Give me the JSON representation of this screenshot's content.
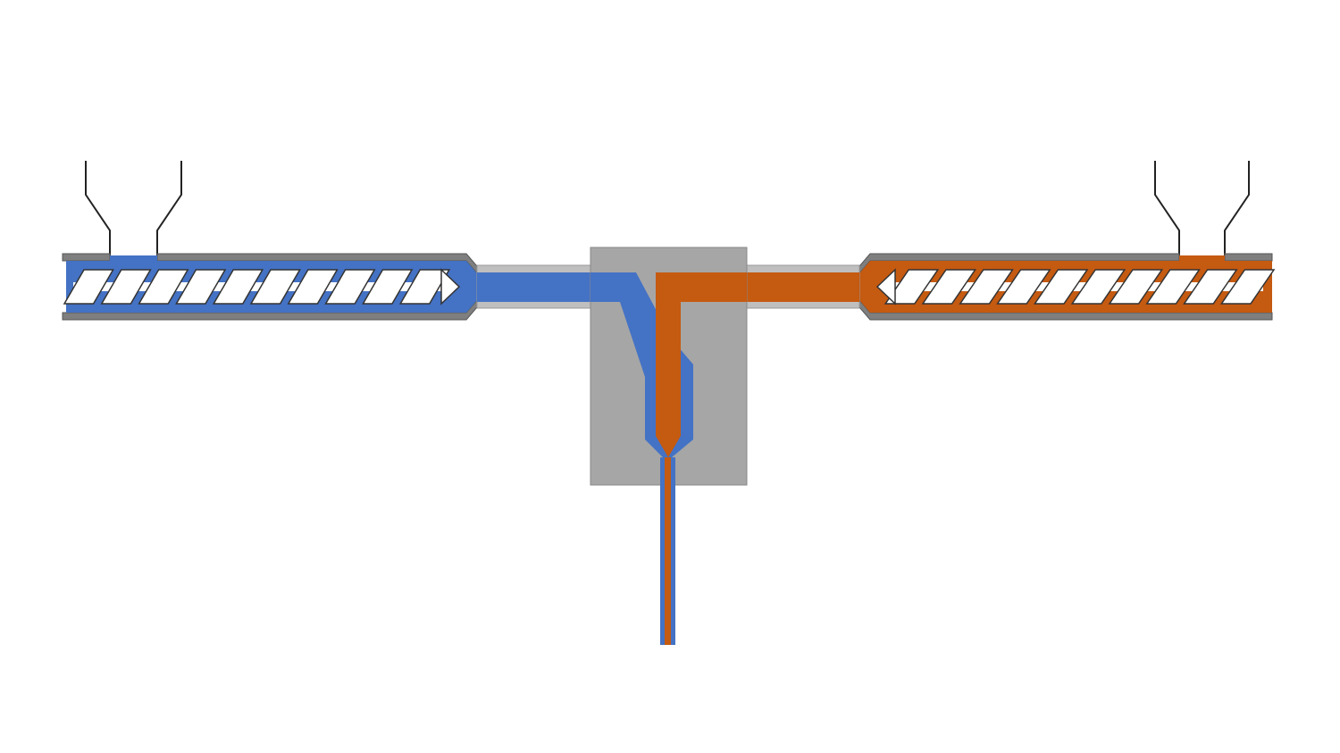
{
  "diagram": {
    "type": "coextrusion-schematic",
    "extruders": [
      {
        "id": "left",
        "material_color": "#4472c4",
        "screw_flights": 10,
        "hopper": true
      },
      {
        "id": "right",
        "material_color": "#c55a11",
        "screw_flights": 10,
        "hopper": true
      }
    ],
    "die": {
      "color": "#a6a6a6",
      "outlet": "combined-filament"
    },
    "colors": {
      "background": "#ffffff",
      "barrel": "#7f7f7f",
      "adapter": "#bfbfbf",
      "screw": "#ffffff",
      "outline": "#222222"
    }
  }
}
